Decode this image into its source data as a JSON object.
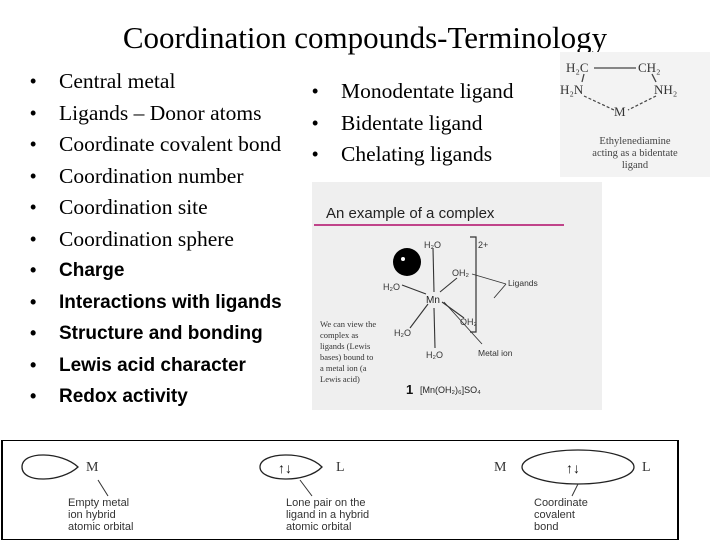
{
  "title": "Coordination compounds-Terminology",
  "left_bullets": [
    "Central metal",
    "Ligands – Donor atoms",
    "Coordinate covalent bond",
    "Coordination number",
    "Coordination site",
    "Coordination sphere",
    "Charge",
    "Interactions with ligands",
    "Structure and bonding",
    "Lewis acid character",
    "Redox activity"
  ],
  "right_bullets": [
    "Monodentate ligand",
    "Bidentate ligand",
    "Chelating ligands"
  ],
  "bullet_char": "•",
  "ethylenediamine": {
    "h2c": "H₂C",
    "ch2": "CH₂",
    "h2n": "H₂N",
    "nh2": "NH₂",
    "m": "M",
    "caption_lines": [
      "Ethylenediamine",
      "acting as a bidentate",
      "ligand"
    ]
  },
  "complex_example": {
    "heading": "An example of a complex",
    "charge": "2+",
    "center": "Mn",
    "ligand_labels": [
      "H₂O",
      "OH₂",
      "H₂O",
      "OH₂",
      "H₂O",
      "H₂O"
    ],
    "ligands_label": "Ligands",
    "metal_ion_label": "Metal ion",
    "side_text": [
      "We can view the",
      "complex as",
      "ligands (Lewis",
      "bases) bound to",
      "a metal ion (a",
      "Lewis acid)"
    ],
    "formula_number": "1",
    "formula": "[Mn(OH₂)₆]SO₄"
  },
  "orbital_diagram": {
    "panel1_label": "M",
    "panel1_caption": [
      "Empty metal",
      "ion hybrid",
      "atomic orbital"
    ],
    "panel2_label": "L",
    "panel2_arrows": "↑↓",
    "panel2_caption": [
      "Lone pair on the",
      "ligand in a hybrid",
      "atomic orbital"
    ],
    "panel3_left": "M",
    "panel3_arrows": "↑↓",
    "panel3_right": "L",
    "panel3_caption": [
      "Coordinate",
      "covalent",
      "bond"
    ]
  },
  "colors": {
    "accent_line": "#c0448a",
    "figure_bg": "#ececec",
    "fig_text": "#333333"
  }
}
